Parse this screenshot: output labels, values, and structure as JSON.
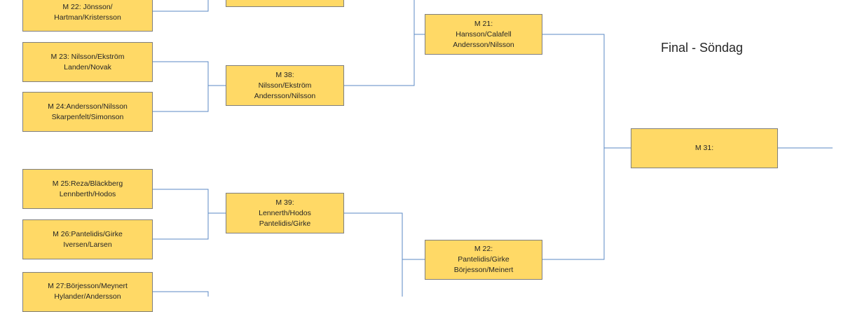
{
  "title": "Final - Söndag",
  "colors": {
    "box_fill": "#ffd966",
    "box_border": "#7f7f7f",
    "connector": "#5b8ac4"
  },
  "matches": {
    "m22_r1": {
      "line1": "M 22: Jönsson/",
      "line2": "Hartman/Kristersson"
    },
    "m23": {
      "line1": "M 23: Nilsson/Ekström",
      "line2": "Landen/Novak"
    },
    "m24": {
      "line1": "M 24:Andersson/Nilsson",
      "line2": "Skarpenfelt/Simonson"
    },
    "m25": {
      "line1": "M 25:Reza/Bläckberg",
      "line2": "Lennberth/Hodos"
    },
    "m26": {
      "line1": "M 26:Pantelidis/Girke",
      "line2": "Iversen/Larsen"
    },
    "m27": {
      "line1": "M 27:Börjesson/Meynert",
      "line2": "Hylander/Andersson"
    },
    "m37": {
      "line1": ""
    },
    "m38": {
      "line1": "M 38:",
      "line2": "Nilsson/Ekström",
      "line3": "Andersson/Nilsson"
    },
    "m39": {
      "line1": "M 39:",
      "line2": "Lennerth/Hodos",
      "line3": "Pantelidis/Girke"
    },
    "m21_sf": {
      "line1": "M 21:",
      "line2": "Hansson/Calafell",
      "line3": "Andersson/Nilsson"
    },
    "m22_sf": {
      "line1": "M 22:",
      "line2": "Pantelidis/Girke",
      "line3": "Börjesson/Meinert"
    },
    "m31": {
      "line1": "M 31:"
    }
  }
}
